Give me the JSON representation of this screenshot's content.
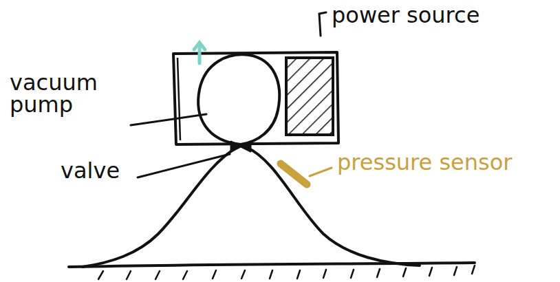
{
  "diagram": {
    "labels": [
      "power source",
      "vacuum pump",
      "valve",
      "pressure sensor"
    ]
  }
}
